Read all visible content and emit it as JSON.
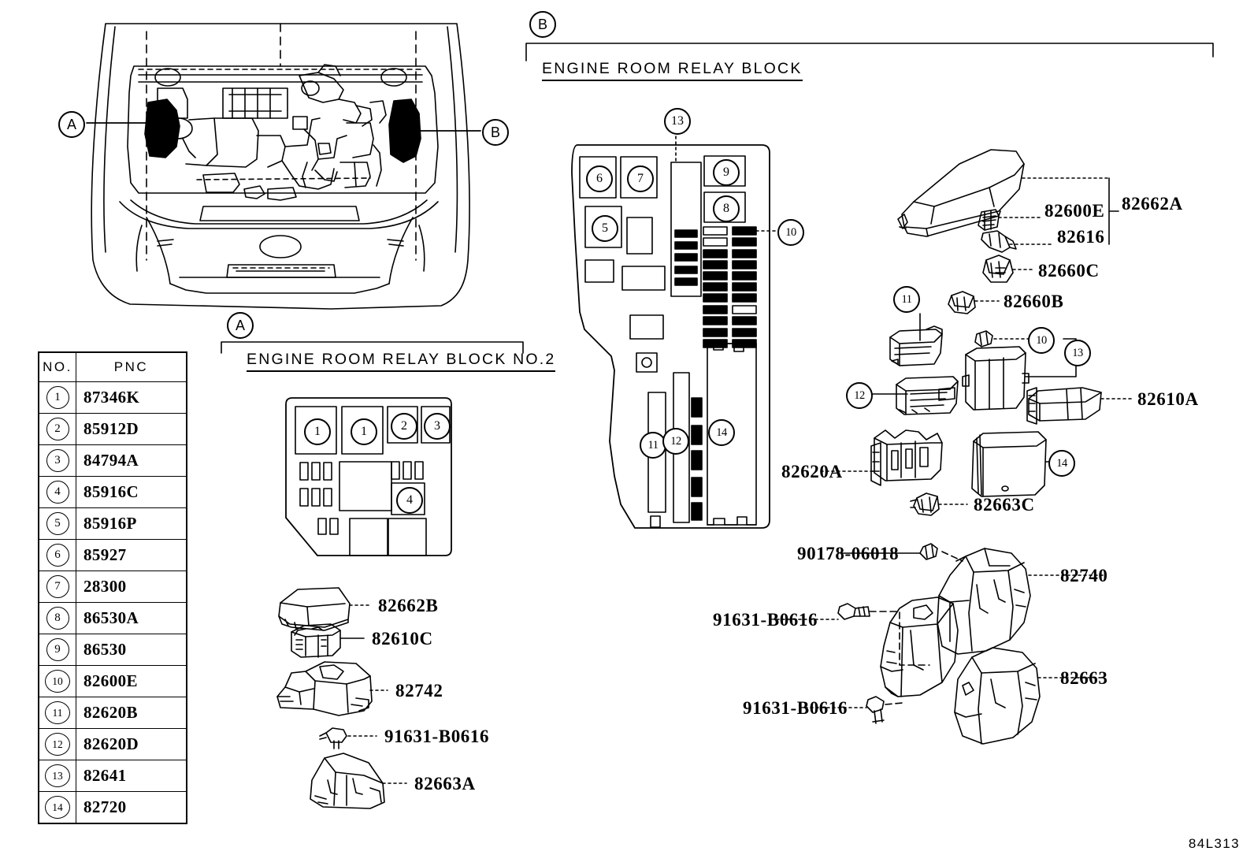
{
  "drawing_number": "84L313",
  "vehicle_view": {
    "callout_a": "A",
    "callout_b": "B"
  },
  "parts_table": {
    "headers": [
      "NO.",
      "PNC"
    ],
    "rows": [
      {
        "no": "1",
        "pnc": "87346K"
      },
      {
        "no": "2",
        "pnc": "85912D"
      },
      {
        "no": "3",
        "pnc": "84794A"
      },
      {
        "no": "4",
        "pnc": "85916C"
      },
      {
        "no": "5",
        "pnc": "85916P"
      },
      {
        "no": "6",
        "pnc": "85927"
      },
      {
        "no": "7",
        "pnc": "28300"
      },
      {
        "no": "8",
        "pnc": "86530A"
      },
      {
        "no": "9",
        "pnc": "86530"
      },
      {
        "no": "10",
        "pnc": "82600E"
      },
      {
        "no": "11",
        "pnc": "82620B"
      },
      {
        "no": "12",
        "pnc": "82620D"
      },
      {
        "no": "13",
        "pnc": "82641"
      },
      {
        "no": "14",
        "pnc": "82720"
      }
    ]
  },
  "section_a": {
    "letter": "A",
    "title": "ENGINE ROOM RELAY BLOCK  NO.2",
    "callouts": [
      "1",
      "1",
      "2",
      "3",
      "4"
    ],
    "part_labels": [
      {
        "id": "82662B",
        "text": "82662B"
      },
      {
        "id": "82610C",
        "text": "82610C"
      },
      {
        "id": "82742",
        "text": "82742"
      },
      {
        "id": "91631-B0616",
        "text": "91631-B0616"
      },
      {
        "id": "82663A",
        "text": "82663A"
      }
    ]
  },
  "section_b": {
    "letter": "B",
    "title": "ENGINE ROOM RELAY BLOCK",
    "block_callouts": [
      "13",
      "6",
      "7",
      "5",
      "9",
      "8",
      "10",
      "11",
      "12",
      "14"
    ],
    "exploded_callouts": [
      "11",
      "10",
      "13",
      "12",
      "14"
    ],
    "part_labels": [
      {
        "id": "82600E",
        "text": "82600E"
      },
      {
        "id": "82616",
        "text": "82616"
      },
      {
        "id": "82662A",
        "text": "82662A"
      },
      {
        "id": "82660C",
        "text": "82660C"
      },
      {
        "id": "82660B",
        "text": "82660B"
      },
      {
        "id": "82610A",
        "text": "82610A"
      },
      {
        "id": "82620A",
        "text": "82620A"
      },
      {
        "id": "82663C",
        "text": "82663C"
      },
      {
        "id": "90178-06018",
        "text": "90178-06018"
      },
      {
        "id": "91631-B0616-upper",
        "text": "91631-B0616"
      },
      {
        "id": "91631-B0616-lower",
        "text": "91631-B0616"
      },
      {
        "id": "82740",
        "text": "82740"
      },
      {
        "id": "82663",
        "text": "82663"
      }
    ]
  }
}
